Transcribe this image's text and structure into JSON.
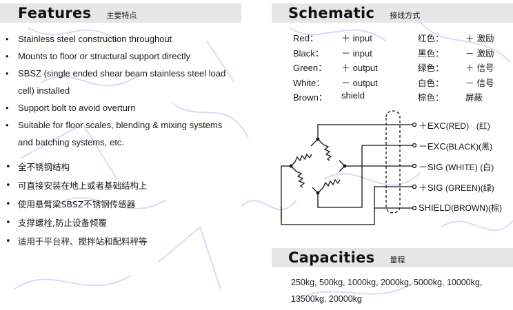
{
  "features": {
    "title": "Features",
    "title_cn": "主要特点",
    "items_en": [
      "Stainless steel construction throughout",
      "Mounts to floor or structural support directly",
      "SBSZ (single ended shear beam stainless steel load cell)  installed",
      "Support bolt to avoid overturn",
      "Suitable for floor scales, blending & mixing systems and batching systems, etc."
    ],
    "items_cn": [
      "全不锈钢结构",
      "可直接安装在地上或者基础结构上",
      "使用悬臂梁SBSZ不锈钢传感器",
      "支撑螺栓,防止设备倾覆",
      "适用于平台秤、搅拌站和配料秤等"
    ]
  },
  "schematic": {
    "title": "Schematic",
    "title_cn": "接线方式",
    "wires": [
      {
        "name": "Red：",
        "signal": "＋ input",
        "name_cn": "红色：",
        "signal_cn": "＋ 激励"
      },
      {
        "name": "Black：",
        "signal": "－ input",
        "name_cn": "黑色：",
        "signal_cn": "－ 激励"
      },
      {
        "name": "Green：",
        "signal": "＋ output",
        "name_cn": "绿色：",
        "signal_cn": "＋ 信号"
      },
      {
        "name": "White：",
        "signal": "－ output",
        "name_cn": "白色：",
        "signal_cn": "－ 信号"
      },
      {
        "name": "Brown：",
        "signal": "shield",
        "name_cn": "棕色：",
        "signal_cn": "屏蔽"
      }
    ],
    "terminals": [
      {
        "label": "＋EXC",
        "color": "(RED)",
        "color_cn": "(红)"
      },
      {
        "label": "－EXC",
        "color": "(BLACK)",
        "color_cn": "(黑)"
      },
      {
        "label": "－SIG",
        "color": "(WHITE)",
        "color_cn": "(白)"
      },
      {
        "label": "＋SIG",
        "color": "(GREEN)",
        "color_cn": "(绿)"
      },
      {
        "label": "SHIELD",
        "color": "(BROWN)",
        "color_cn": "(棕)"
      }
    ]
  },
  "capacities": {
    "title": "Capacities",
    "title_cn": "量程",
    "line1": "250kg, 500kg, 1000kg, 2000kg, 5000kg, 10000kg,",
    "line2": "13500kg, 20000kg"
  },
  "colors": {
    "header_bg": "#e6e6e6",
    "text": "#1a1a1a",
    "watermark": "#c9c7ee"
  }
}
